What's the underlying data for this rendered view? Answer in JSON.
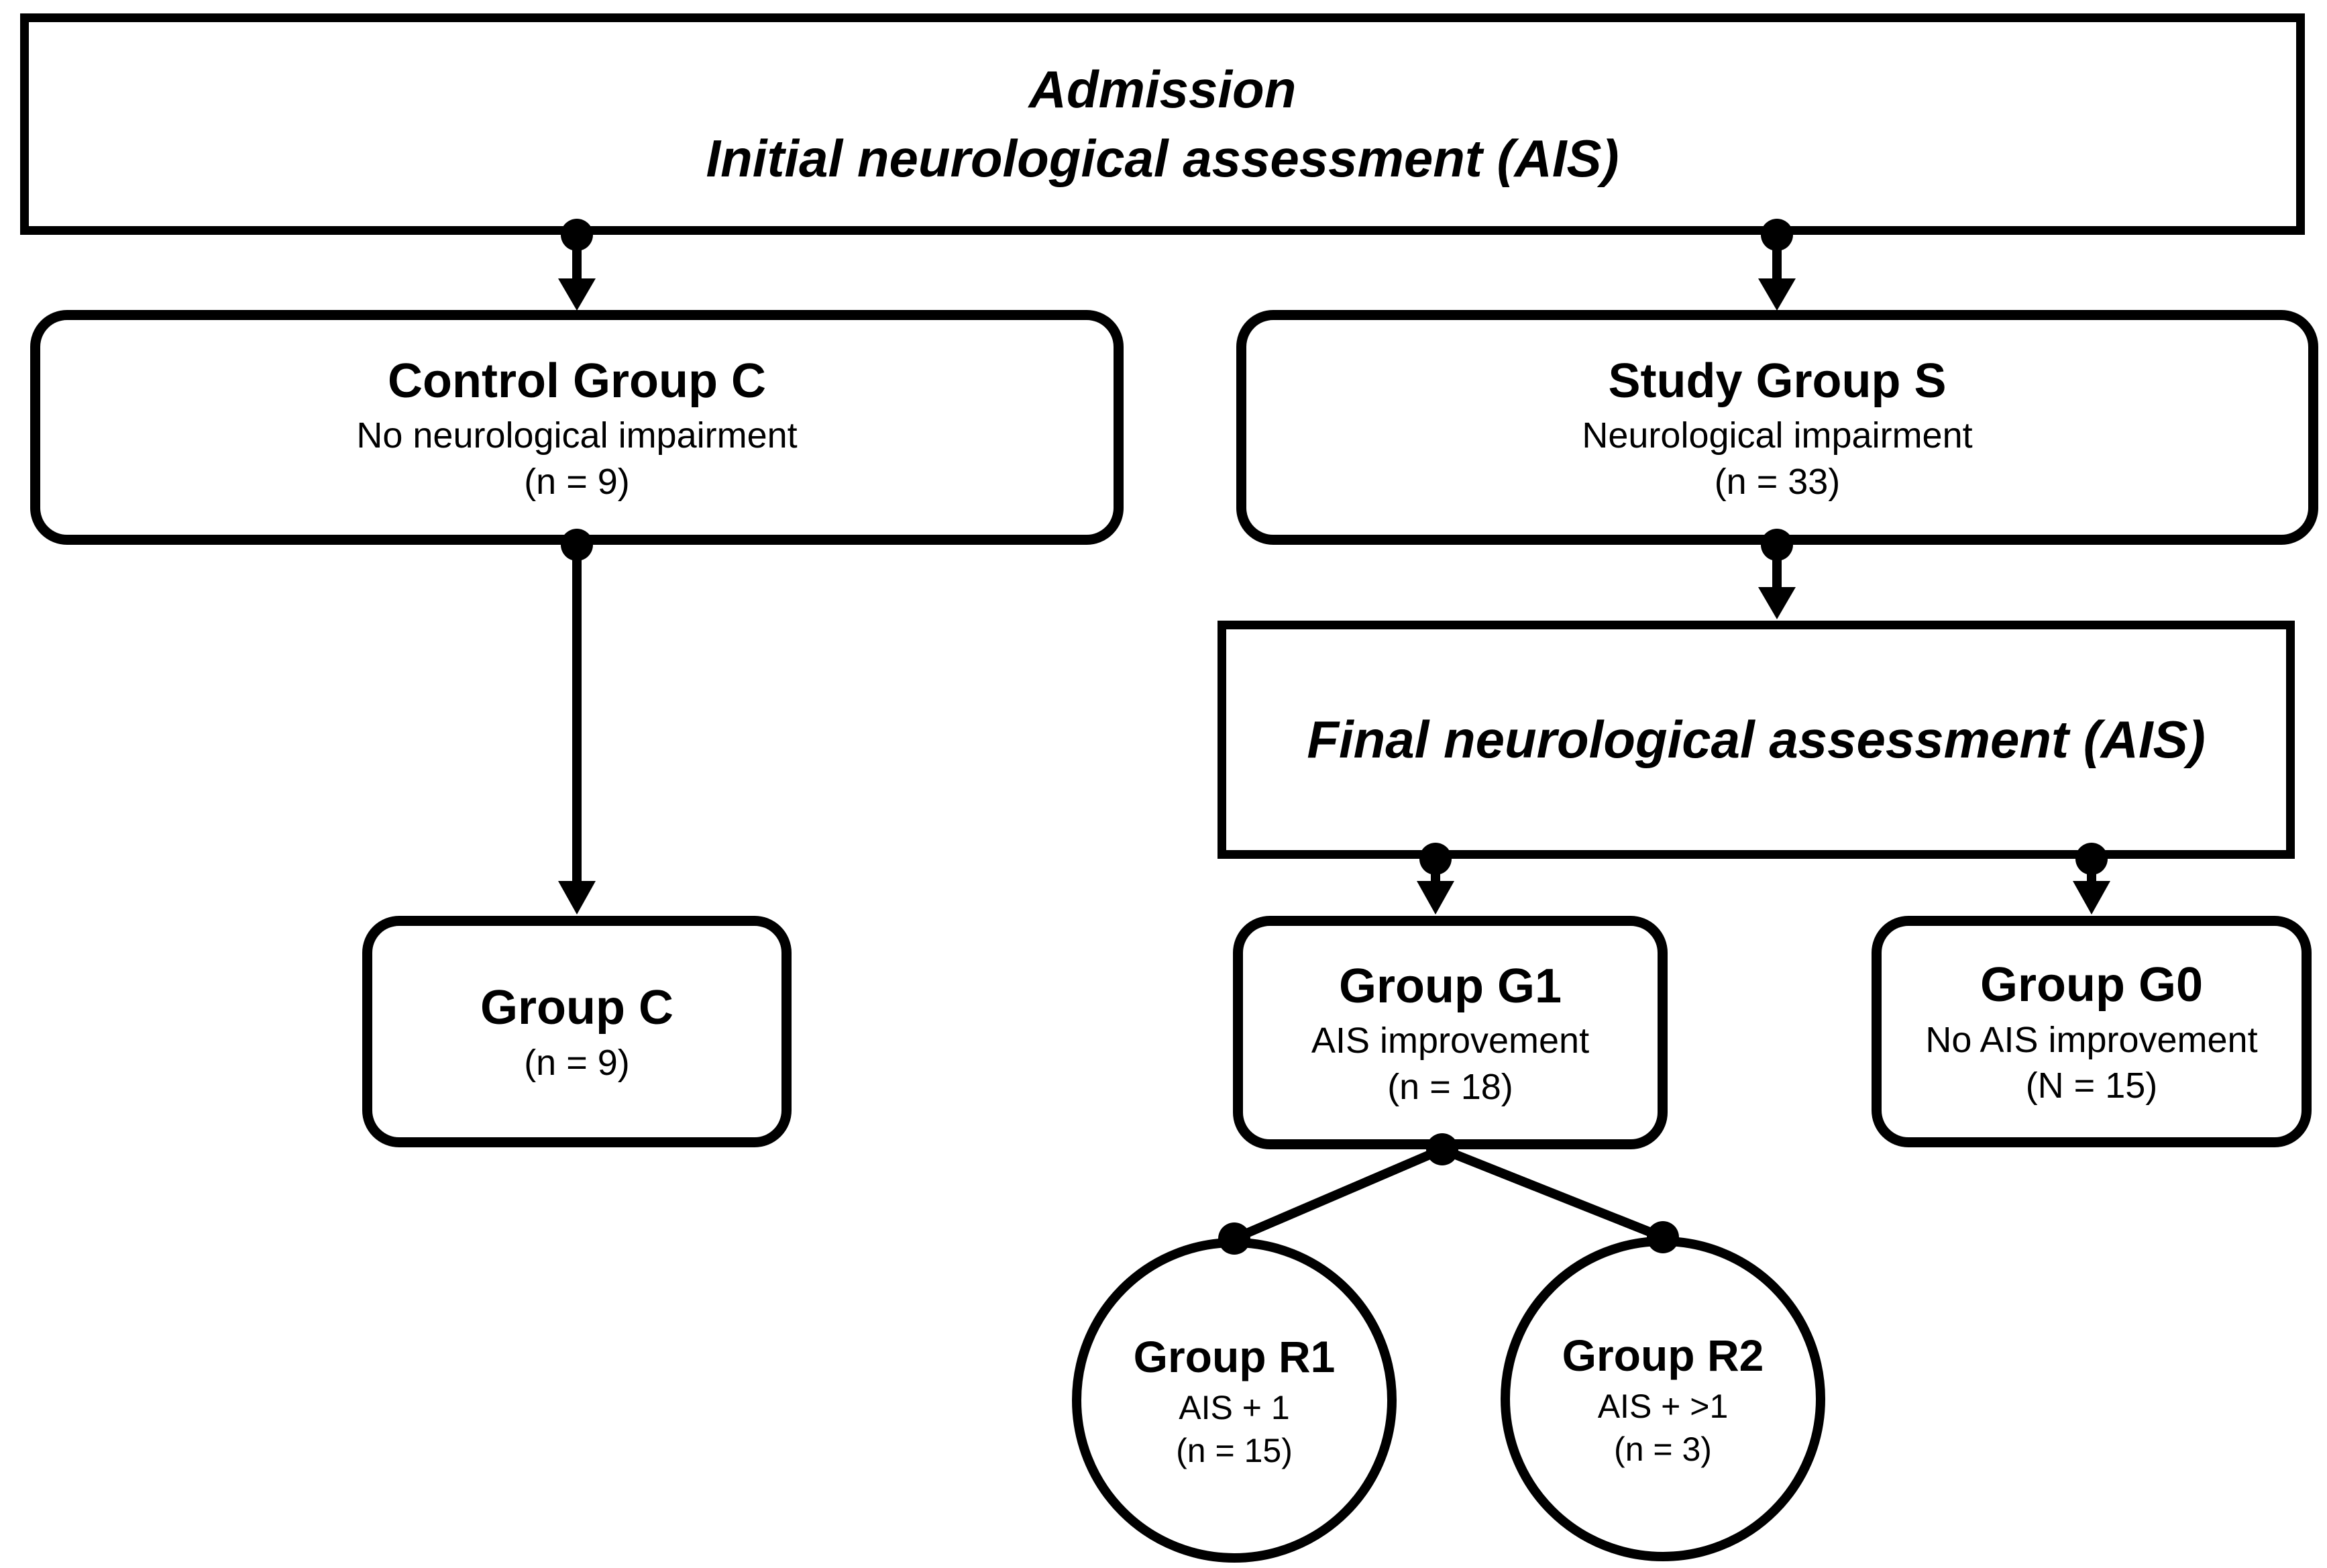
{
  "admission": {
    "line1": "Admission",
    "line2": "Initial neurological assessment (AIS)"
  },
  "control": {
    "title": "Control Group C",
    "subtitle": "No neurological impairment",
    "count": "(n = 9)"
  },
  "study": {
    "title": "Study Group S",
    "subtitle": "Neurological impairment",
    "count": "(n = 33)"
  },
  "final_assessment": {
    "title": "Final neurological assessment (AIS)"
  },
  "group_c": {
    "title": "Group C",
    "count": "(n = 9)"
  },
  "group_g1": {
    "title": "Group G1",
    "subtitle": "AIS improvement",
    "count": "(n = 18)"
  },
  "group_g0": {
    "title": "Group G0",
    "subtitle": "No AIS improvement",
    "count": "(N = 15)"
  },
  "group_r1": {
    "title": "Group R1",
    "subtitle": "AIS + 1",
    "count": "(n = 15)"
  },
  "group_r2": {
    "title": "Group R2",
    "subtitle": "AIS + >1",
    "count": "(n = 3)"
  },
  "colors": {
    "ink": "#000000",
    "background": "#ffffff"
  }
}
